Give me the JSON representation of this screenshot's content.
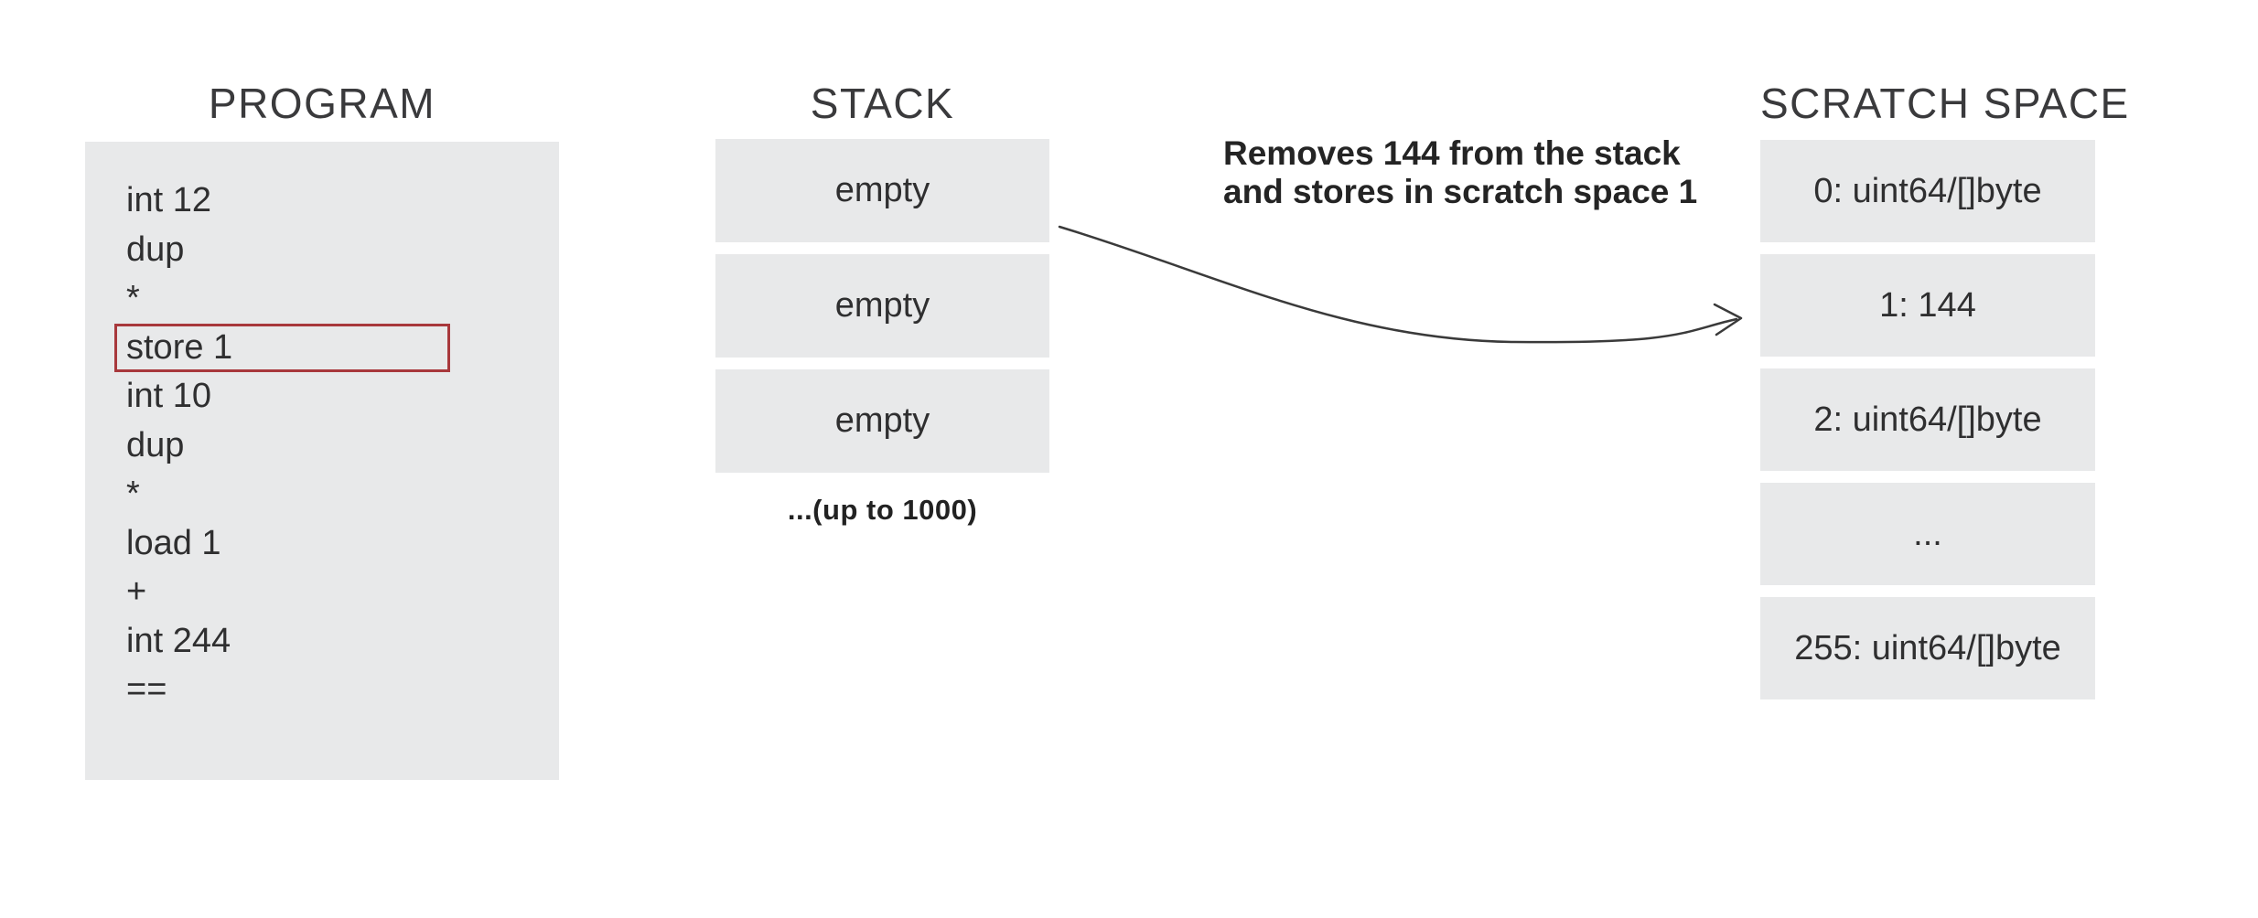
{
  "program": {
    "title": "PROGRAM",
    "lines": [
      "int 12",
      "dup",
      "*",
      "store 1",
      "int 10",
      "dup",
      "*",
      "load 1",
      "+",
      "int 244",
      "=="
    ],
    "highlighted_line": "store 1"
  },
  "stack": {
    "title": "STACK",
    "slots": [
      "empty",
      "empty",
      "empty"
    ],
    "note": "...(up to 1000)"
  },
  "scratch": {
    "title": "SCRATCH SPACE",
    "slots": [
      "0: uint64/[]byte",
      "1: 144",
      "2: uint64/[]byte",
      "...",
      "255: uint64/[]byte"
    ]
  },
  "annotation": {
    "line1": "Removes 144 from the stack",
    "line2": "and stores in scratch space 1"
  },
  "colors": {
    "box_fill": "#e8e9ea",
    "highlight_border": "#a8383c",
    "text": "#2f2f30",
    "title": "#3a3a3c",
    "annotation": "#242424",
    "arrow": "#3a3a3a",
    "page_bg": "#ffffff"
  }
}
